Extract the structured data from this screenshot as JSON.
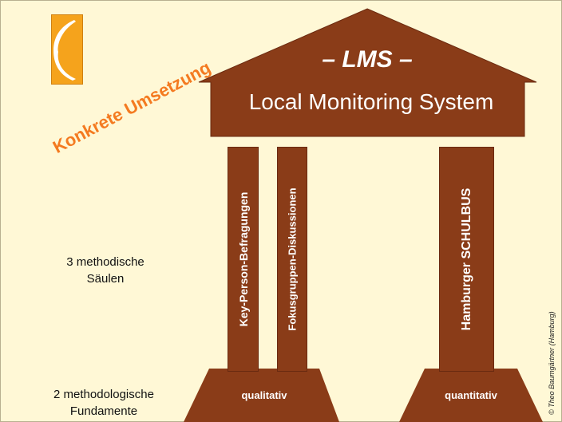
{
  "title": "– LMS –",
  "subtitle": "Local Monitoring System",
  "slanted_label": "Konkrete Umsetzung",
  "pillars": [
    {
      "label": "Key-Person-Befragungen"
    },
    {
      "label": "Fokusgruppen-Diskussionen"
    },
    {
      "label": "Hamburger SCHULBUS"
    }
  ],
  "side_labels": {
    "pillars_line1": "3 methodische",
    "pillars_line2": "Säulen",
    "foundations_line1": "2 methodologische",
    "foundations_line2": "Fundamente"
  },
  "foundations": [
    {
      "label": "qualitativ"
    },
    {
      "label": "quantitativ"
    }
  ],
  "copyright": "© Theo Baumgärtner (Hamburg)",
  "colors": {
    "background": "#fff8d6",
    "structure": "#8a3c18",
    "accent": "#f47a20",
    "logo": "#f5a31c"
  }
}
